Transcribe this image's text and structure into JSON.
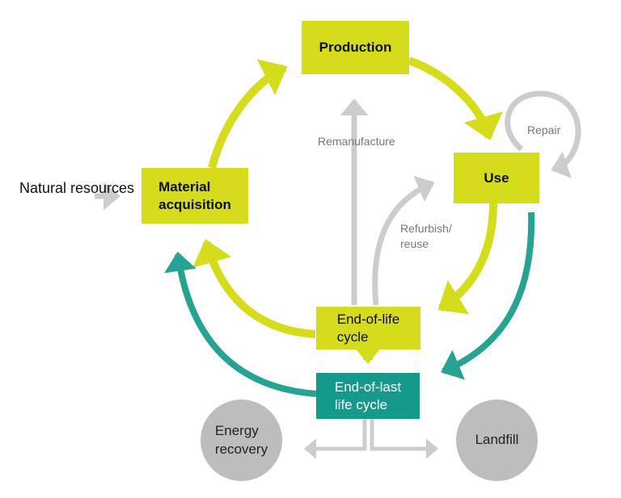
{
  "diagram": {
    "title": "Product life cycle",
    "colors": {
      "stage": "#d4dc1c",
      "final_stage": "#14998a",
      "secondary_flow": "#c8c8c8",
      "outcome": "#bdbdbd"
    },
    "input": {
      "label": "Natural resources"
    },
    "nodes": {
      "production": {
        "label": "Production"
      },
      "material_acquisition": {
        "label": "Material\nacquisition"
      },
      "use": {
        "label": "Use"
      },
      "end_of_life": {
        "label": "End-of-life\ncycle"
      },
      "end_of_last": {
        "label": "End-of-last\nlife cycle"
      },
      "energy_recovery": {
        "label": "Energy\nrecovery"
      },
      "landfill": {
        "label": "Landfill"
      }
    },
    "flow_labels": {
      "repair": "Repair",
      "remanufacture": "Remanufacture",
      "refurbish": "Refurbish/\nreuse"
    },
    "edges": [
      {
        "from": "natural_resources",
        "to": "material_acquisition",
        "type": "secondary"
      },
      {
        "from": "material_acquisition",
        "to": "production",
        "type": "primary"
      },
      {
        "from": "production",
        "to": "use",
        "type": "primary"
      },
      {
        "from": "use",
        "to": "use",
        "type": "secondary",
        "label": "Repair"
      },
      {
        "from": "use",
        "to": "end_of_life",
        "type": "primary"
      },
      {
        "from": "use",
        "to": "end_of_last",
        "type": "final"
      },
      {
        "from": "end_of_life",
        "to": "material_acquisition",
        "type": "primary"
      },
      {
        "from": "end_of_life",
        "to": "production",
        "type": "secondary",
        "label": "Remanufacture"
      },
      {
        "from": "end_of_life",
        "to": "use",
        "type": "secondary",
        "label": "Refurbish/reuse"
      },
      {
        "from": "end_of_life",
        "to": "end_of_last",
        "type": "primary"
      },
      {
        "from": "end_of_last",
        "to": "material_acquisition",
        "type": "final"
      },
      {
        "from": "end_of_last",
        "to": "energy_recovery",
        "type": "secondary"
      },
      {
        "from": "end_of_last",
        "to": "landfill",
        "type": "secondary"
      }
    ]
  }
}
